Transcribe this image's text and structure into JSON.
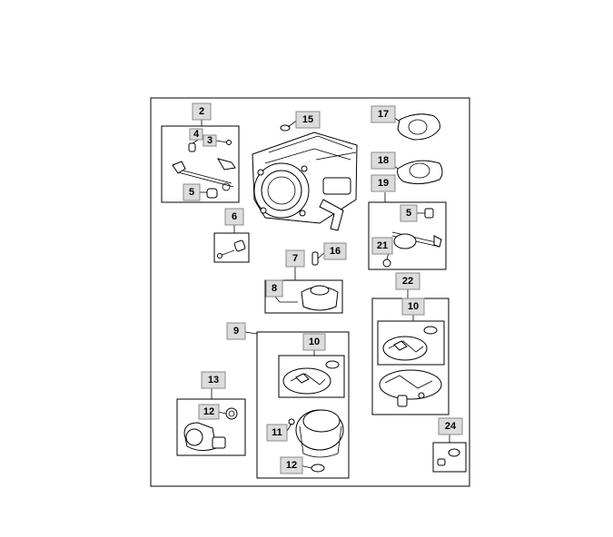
{
  "callouts": {
    "c2": "2",
    "c3": "3",
    "c4": "4",
    "c5a": "5",
    "c5b": "5",
    "c6": "6",
    "c7": "7",
    "c8": "8",
    "c9": "9",
    "c10a": "10",
    "c10b": "10",
    "c11": "11",
    "c12a": "12",
    "c12b": "12",
    "c13": "13",
    "c15": "15",
    "c16": "16",
    "c17": "17",
    "c18": "18",
    "c19": "19",
    "c21": "21",
    "c22": "22",
    "c24": "24"
  },
  "colors": {
    "callout_fill": "#dcdcdc",
    "callout_border": "#8a8a8a",
    "line": "#000000"
  }
}
